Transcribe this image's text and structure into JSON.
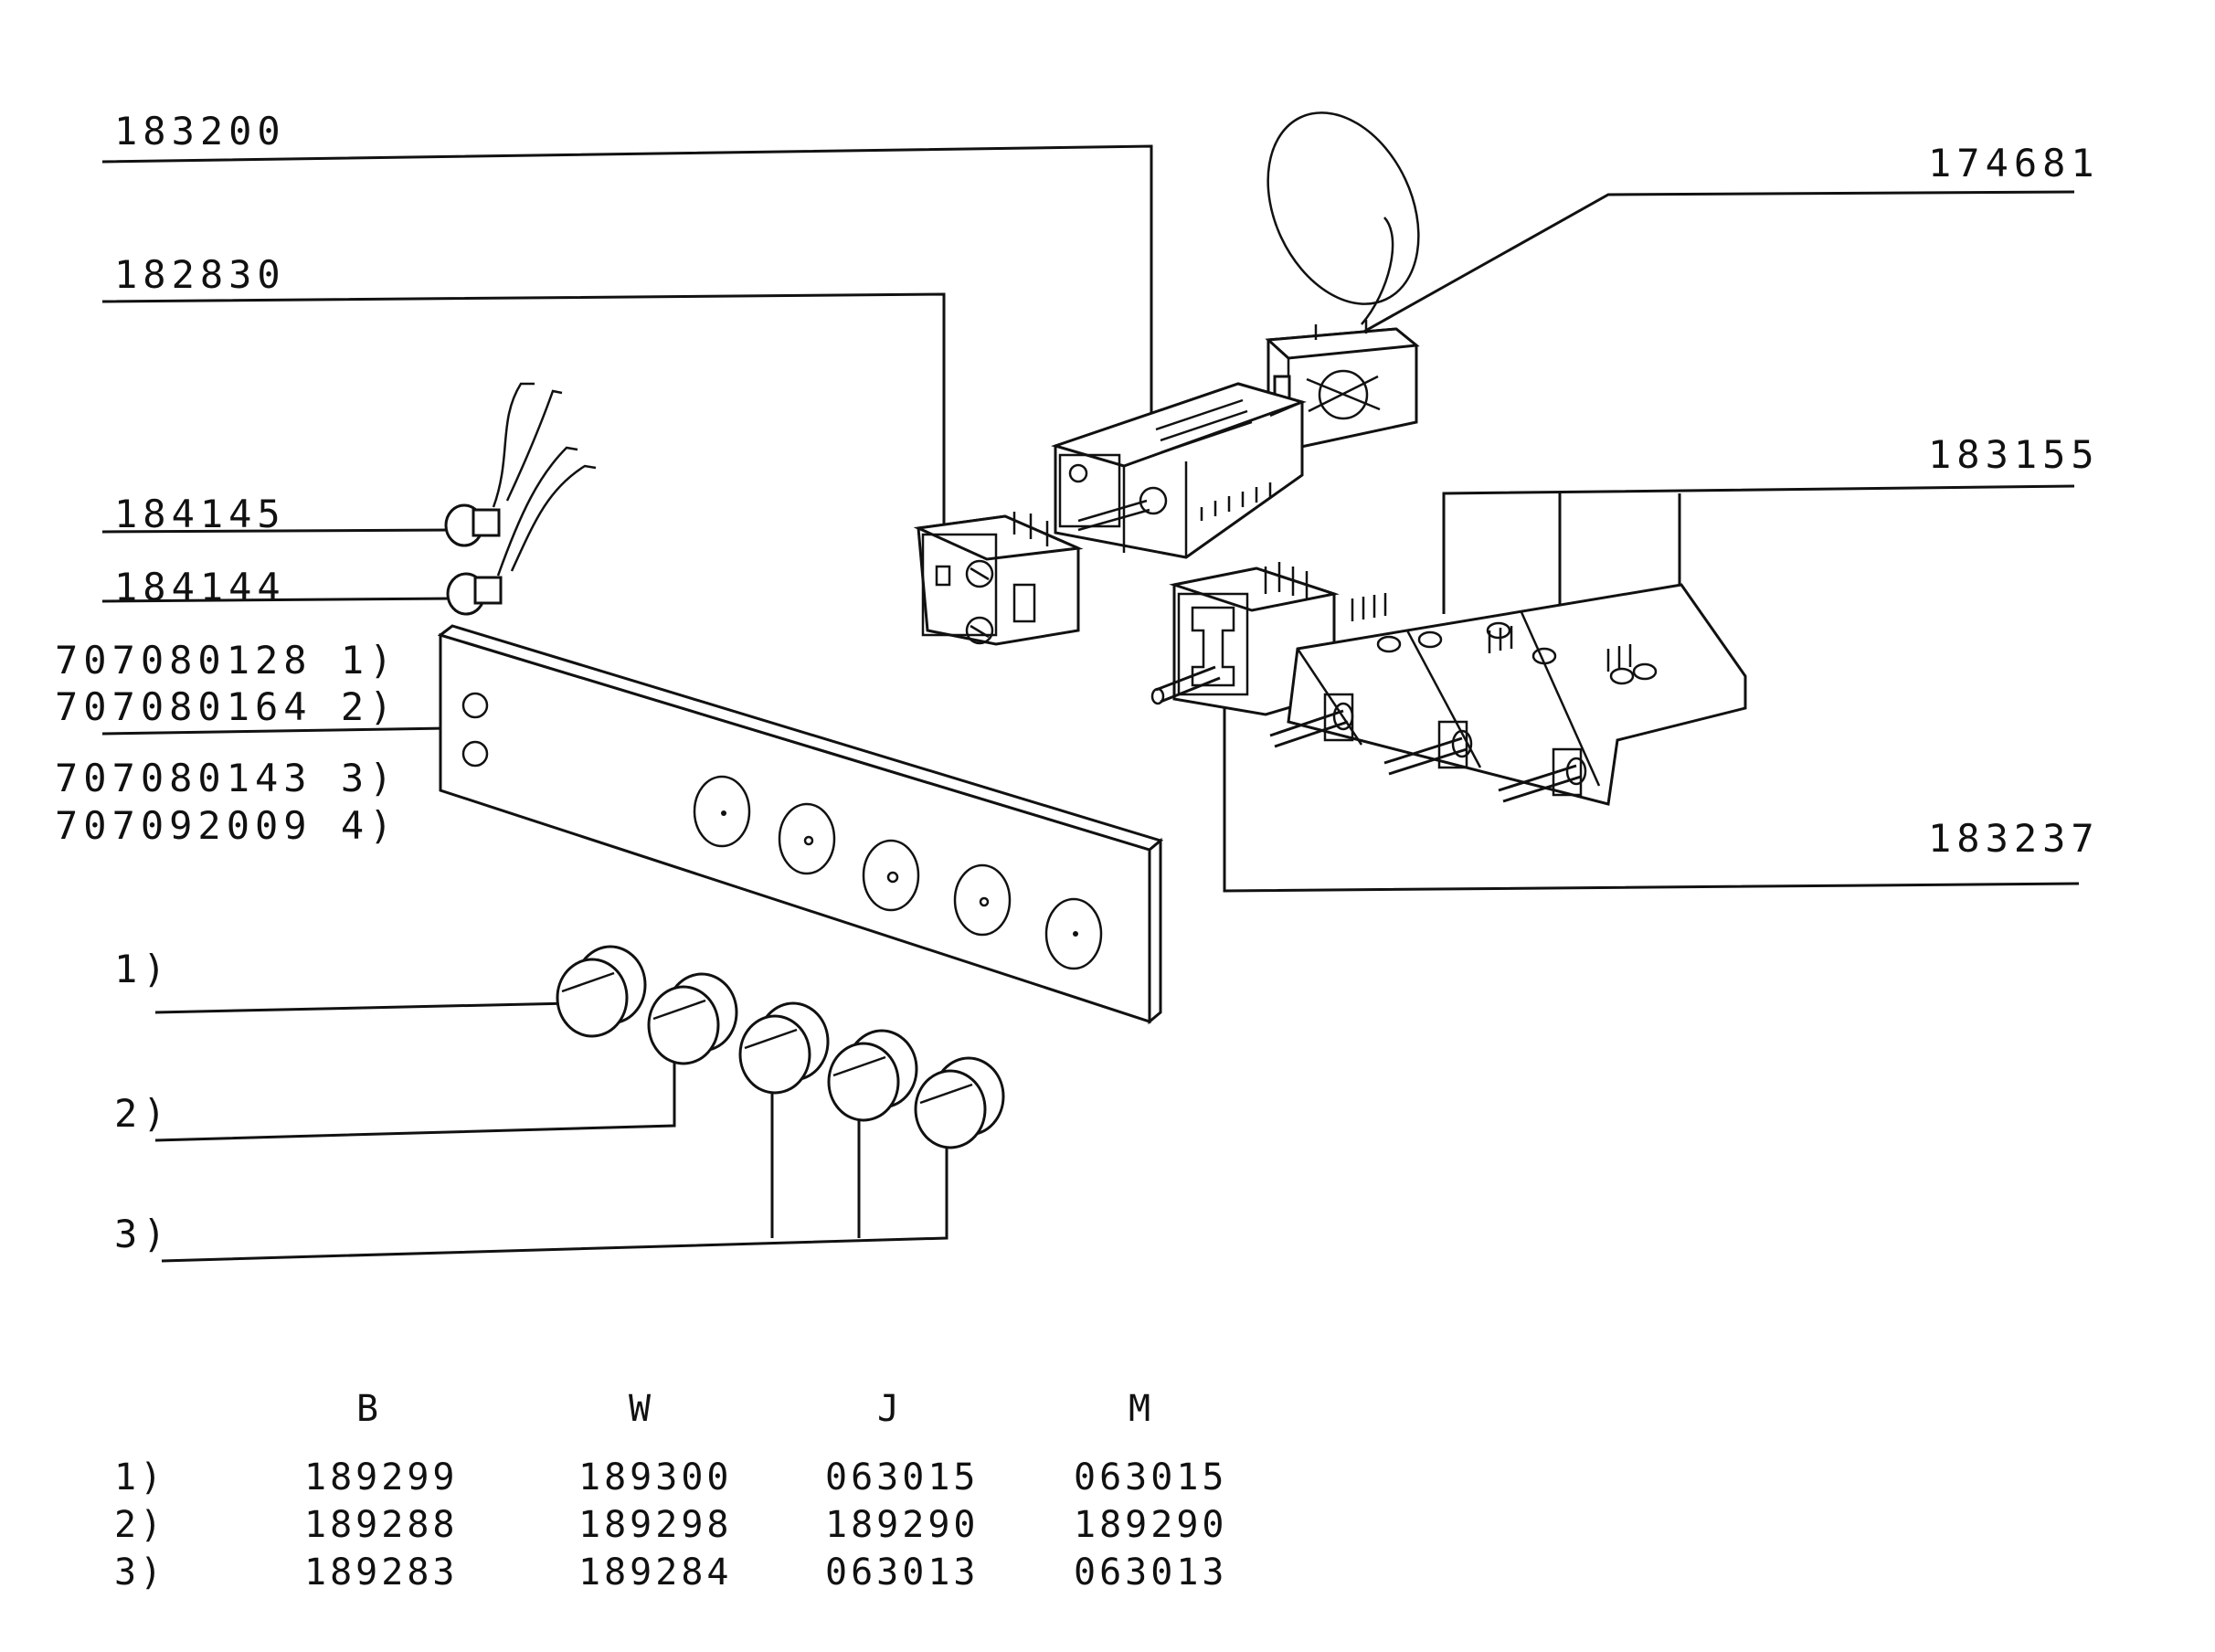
{
  "labels": {
    "part_183200": "183200",
    "part_182830": "182830",
    "part_174681": "174681",
    "part_183155": "183155",
    "part_184145": "184145",
    "part_184144": "184144",
    "part_707080128": "707080128 1)",
    "part_707080164": "707080164 2)",
    "part_707080143": "707080143 3)",
    "part_707092009": "707092009 4)",
    "part_183237": "183237",
    "knob_1": "1)",
    "knob_2": "2)",
    "knob_3": "3)"
  },
  "table": {
    "columns": [
      "B",
      "W",
      "J",
      "M"
    ],
    "rows": [
      {
        "label": "1)",
        "values": [
          "189299",
          "189300",
          "063015",
          "063015"
        ]
      },
      {
        "label": "2)",
        "values": [
          "189288",
          "189298",
          "189290",
          "189290"
        ]
      },
      {
        "label": "3)",
        "values": [
          "189283",
          "189284",
          "063013",
          "063013"
        ]
      }
    ]
  }
}
